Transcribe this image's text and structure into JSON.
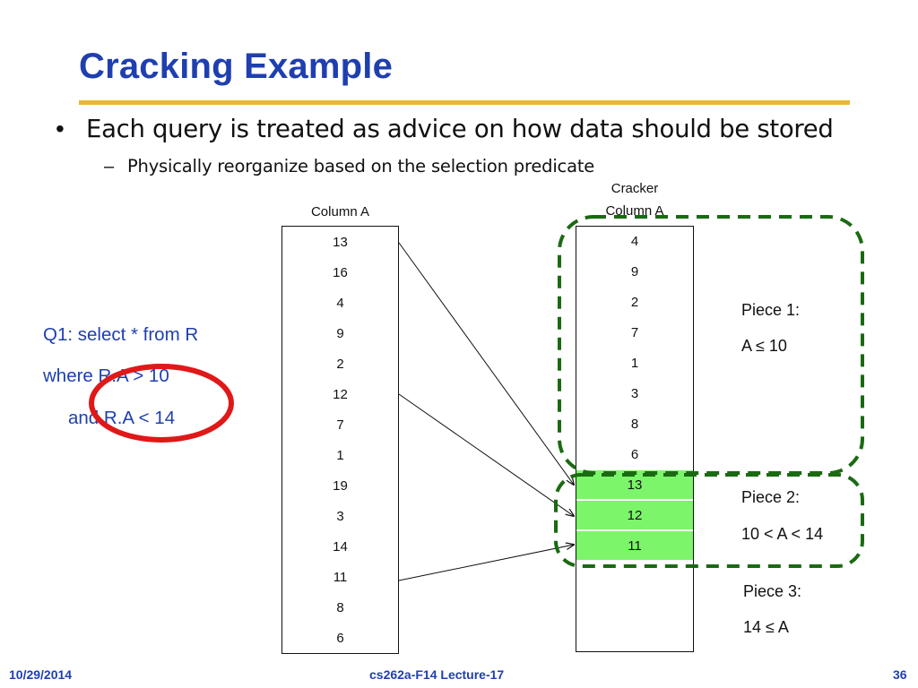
{
  "slide": {
    "title": "Cracking Example",
    "bullet": "Each query is treated as advice on how data should be stored",
    "sub_bullet": "Physically reorganize based on the selection predicate"
  },
  "query": {
    "line1": "Q1: select * from R",
    "line2": "where R.A > 10",
    "line3": "and R.A < 14"
  },
  "column_a": {
    "header": "Column A",
    "values": [
      "13",
      "16",
      "4",
      "9",
      "2",
      "12",
      "7",
      "1",
      "19",
      "3",
      "14",
      "11",
      "8",
      "6"
    ]
  },
  "cracker_column": {
    "header_line1": "Cracker",
    "header_line2": "Column A",
    "values": [
      "4",
      "9",
      "2",
      "7",
      "1",
      "3",
      "8",
      "6",
      "13",
      "12",
      "11"
    ]
  },
  "pieces": {
    "p1_name": "Piece 1:",
    "p1_range": "A ≤ 10",
    "p2_name": "Piece 2:",
    "p2_range": "10 < A < 14",
    "p3_name": "Piece 3:",
    "p3_range": "14 ≤ A"
  },
  "footer": {
    "date": "10/29/2014",
    "course": "cs262a-F14 Lecture-17",
    "page": "36"
  },
  "colors": {
    "title_blue": "#1f3fb0",
    "rule_gold": "#e8b830",
    "piece_outline_green": "#1a6a12",
    "highlight_green": "#7cf56a",
    "circle_red": "#e01818"
  }
}
